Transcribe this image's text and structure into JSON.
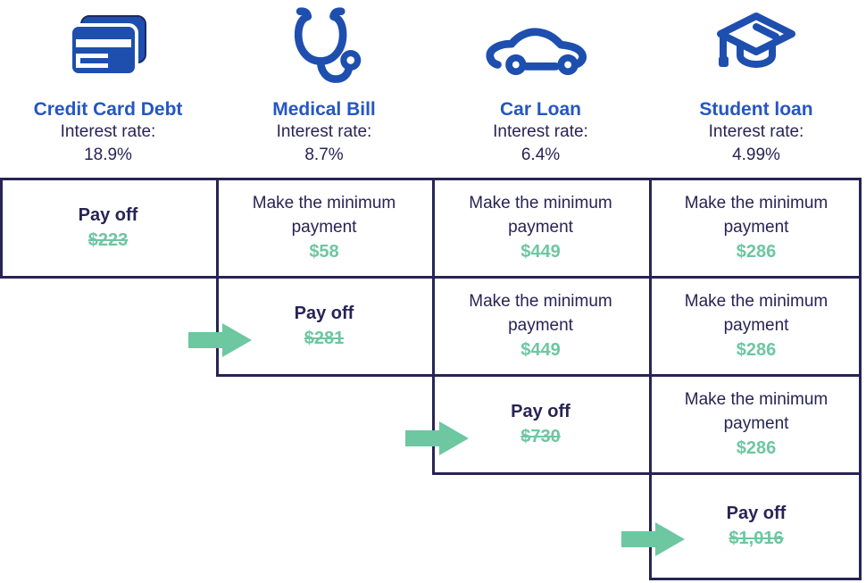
{
  "palette": {
    "title_blue": "#2456c4",
    "icon_blue": "#1e4fae",
    "text_navy": "#272455",
    "accent_green": "#6dc7a1",
    "border_navy": "#272455"
  },
  "columns": [
    {
      "icon": "credit-card-icon",
      "title": "Credit Card Debt",
      "rate_label": "Interest rate:",
      "rate": "18.9%"
    },
    {
      "icon": "stethoscope-icon",
      "title": "Medical Bill",
      "rate_label": "Interest rate:",
      "rate": "8.7%"
    },
    {
      "icon": "car-icon",
      "title": "Car Loan",
      "rate_label": "Interest rate:",
      "rate": "6.4%"
    },
    {
      "icon": "graduation-cap-icon",
      "title": "Student loan",
      "rate_label": "Interest rate:",
      "rate": "4.99%"
    }
  ],
  "grid": {
    "rows": [
      {
        "cells": [
          {
            "type": "payoff",
            "label": "Pay off",
            "amount": "$223"
          },
          {
            "type": "minimum",
            "label": "Make the minimum payment",
            "amount": "$58"
          },
          {
            "type": "minimum",
            "label": "Make the minimum payment",
            "amount": "$449"
          },
          {
            "type": "minimum",
            "label": "Make the minimum payment",
            "amount": "$286"
          }
        ]
      },
      {
        "cells": [
          {
            "type": "payoff",
            "label": "Pay off",
            "amount": "$281"
          },
          {
            "type": "minimum",
            "label": "Make the minimum payment",
            "amount": "$449"
          },
          {
            "type": "minimum",
            "label": "Make the minimum payment",
            "amount": "$286"
          }
        ]
      },
      {
        "cells": [
          {
            "type": "payoff",
            "label": "Pay off",
            "amount": "$730"
          },
          {
            "type": "minimum",
            "label": "Make the minimum payment",
            "amount": "$286"
          }
        ]
      },
      {
        "cells": [
          {
            "type": "payoff",
            "label": "Pay off",
            "amount": "$1,016"
          }
        ]
      }
    ]
  }
}
